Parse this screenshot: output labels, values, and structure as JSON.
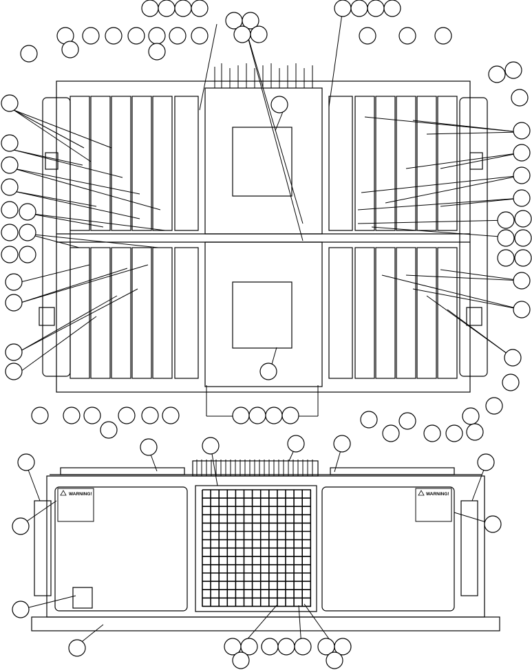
{
  "figure": {
    "kind": "exploded parts diagram (line drawing)",
    "callout_labels": "not legible; callout circles are blank"
  },
  "warning_labels": {
    "left": {
      "title": "WARNING!",
      "lines": [
        "",
        "",
        "",
        "",
        ""
      ]
    },
    "right": {
      "title": "WARNING!",
      "lines": [
        "",
        "",
        "",
        "",
        ""
      ]
    }
  },
  "colors": {
    "ink": "#000000",
    "paper": "#ffffff"
  }
}
